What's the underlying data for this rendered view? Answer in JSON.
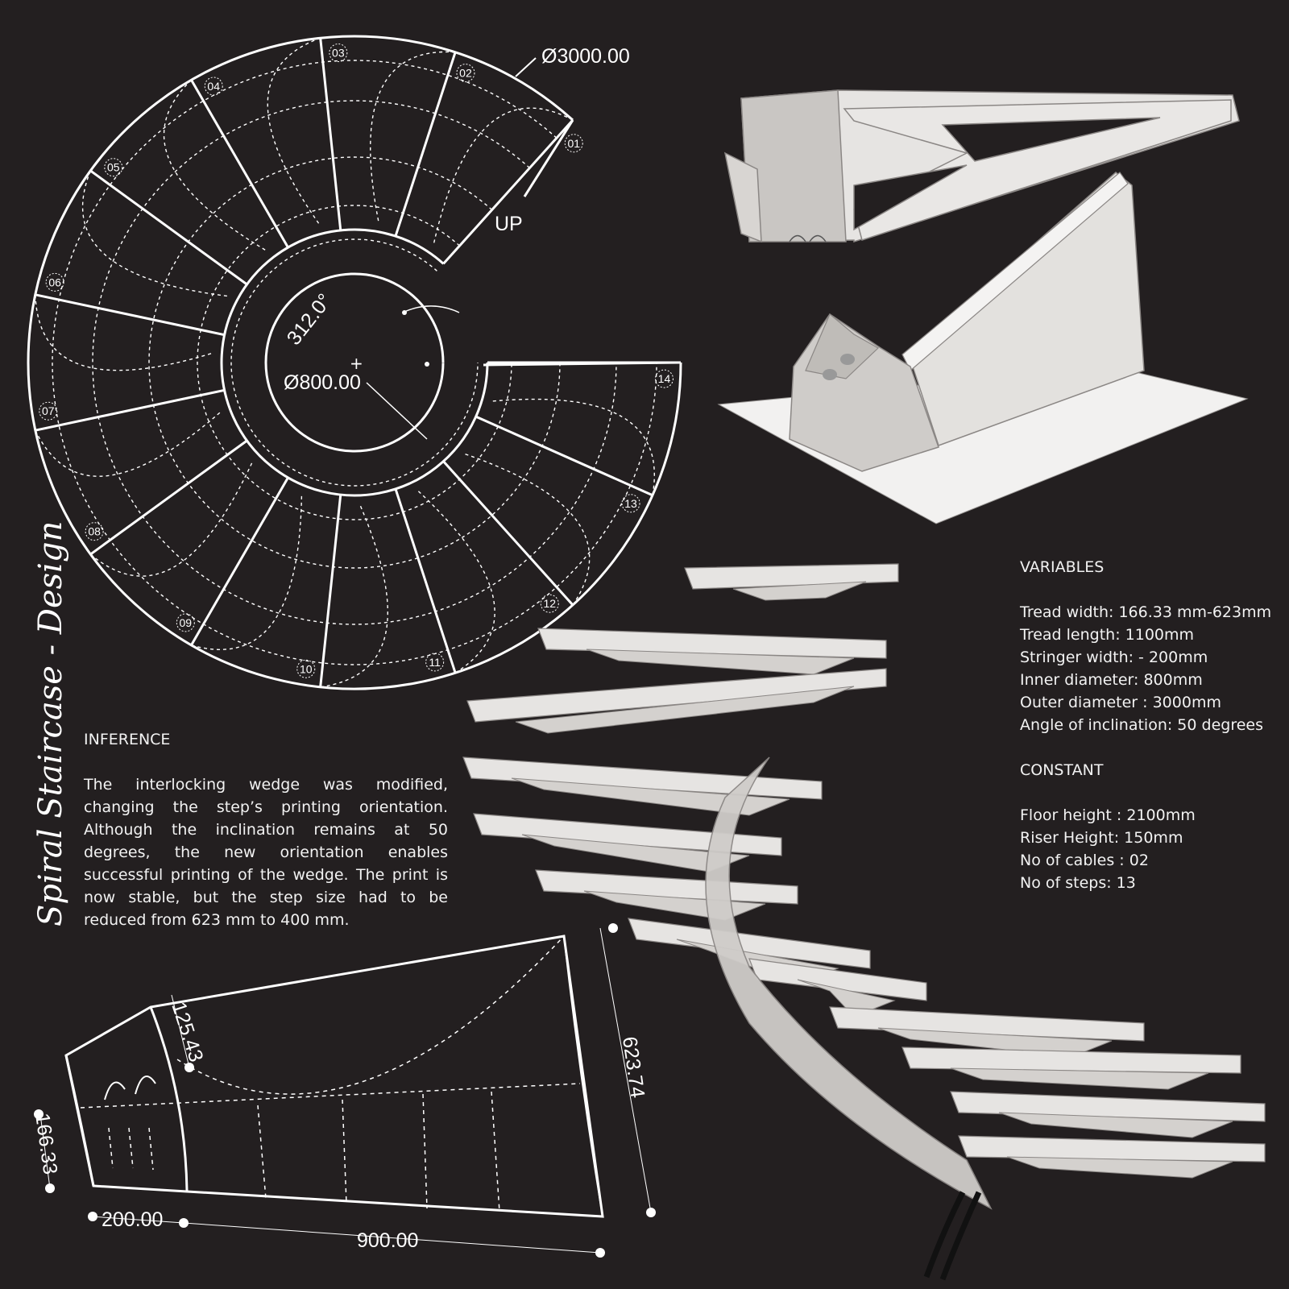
{
  "title": "Spiral Staircase - Design",
  "plan": {
    "outer_diameter_label": "Ø3000.00",
    "inner_diameter_label": "Ø800.00",
    "angle_label": "312.0°",
    "direction_label": "UP",
    "step_numbers": [
      "01",
      "02",
      "03",
      "04",
      "05",
      "06",
      "07",
      "08",
      "09",
      "10",
      "11",
      "12",
      "13",
      "14"
    ]
  },
  "wedge_drawing": {
    "dims": [
      "125.43",
      "623.74",
      "166.33",
      "200.00",
      "900.00"
    ]
  },
  "inference": {
    "heading": "INFERENCE",
    "body": "The interlocking wedge was modified, changing the step’s printing orientation. Although the inclination remains at 50 degrees, the new orientation enables successful printing of the wedge. The print is now stable, but the step size had to be reduced from 623 mm to 400 mm."
  },
  "variables": {
    "heading": "VARIABLES",
    "items": [
      "Tread width:  166.33 mm-623mm",
      "Tread length:  1100mm",
      "Stringer width: - 200mm",
      "Inner diameter: 800mm",
      "Outer diameter : 3000mm",
      "Angle of inclination:  50 degrees"
    ]
  },
  "constant": {
    "heading": "CONSTANT",
    "items": [
      "Floor height : 2100mm",
      "Riser Height: 150mm",
      "No of cables : 02",
      "No of steps: 13"
    ]
  },
  "colors": {
    "background": "#231f20",
    "line": "#ffffff",
    "model_fill": "#e6e4e2",
    "model_shade": "#c9c6c3"
  }
}
